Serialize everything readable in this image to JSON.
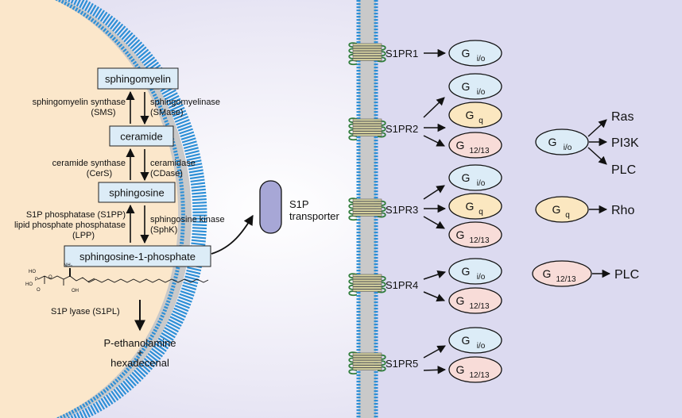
{
  "pathway": {
    "sphingomyelin": "sphingomyelin",
    "ceramide": "ceramide",
    "sphingosine": "sphingosine",
    "s1p": "sphingosine-1-phosphate",
    "sms_line1": "sphingomyelin synthase",
    "sms_line2": "(SMS)",
    "smase_line1": "sphingomyelinase",
    "smase_line2": "(SMase)",
    "cers_line1": "ceramide synthase",
    "cers_line2": "(CerS)",
    "cdase_line1": "ceramidase",
    "cdase_line2": "(CDase)",
    "s1pp_line1": "S1P phosphatase (S1PP)",
    "s1pp_line2": "lipid phosphate phosphatase",
    "s1pp_line3": "(LPP)",
    "sphk_line1": "sphingosine kinase",
    "sphk_line2": "(SphK)",
    "lyase": "S1P lyase (S1PL)",
    "product1": "P-ethanolamine",
    "product_plus": "+",
    "product2": "hexadecenal"
  },
  "chem": {
    "ho_top": "HO",
    "p": "P",
    "ho_left": "HO",
    "o_top": "O",
    "o_right": "O",
    "nh2": "NH₂",
    "oh": "OH"
  },
  "transporter": {
    "line1": "S1P",
    "line2": "transporter"
  },
  "receptors": [
    "S1PR1",
    "S1PR2",
    "S1PR3",
    "S1PR4",
    "S1PR5"
  ],
  "gproteins": {
    "gio": {
      "main": "G",
      "sub": "i/o"
    },
    "gq": {
      "main": "G",
      "sub": "q"
    },
    "g1213": {
      "main": "G",
      "sub": "12/13"
    }
  },
  "effectors": {
    "ras": "Ras",
    "pi3k": "PI3K",
    "plc": "PLC",
    "rho": "Rho"
  },
  "colors": {
    "cell_fill": "#fbe7cb",
    "membrane_head": "#2d8fd6",
    "membrane_tail": "#c9c9c9",
    "extracellular": "#dcdaf0",
    "box_fill": "#dcecf7",
    "gio_fill": "#dcecf7",
    "gq_fill": "#fbe7c0",
    "g1213_fill": "#f8dcd8",
    "receptor_body": "#d8d4a0",
    "receptor_loop": "#2f7d3a",
    "transporter_fill": "#a7a7d6"
  }
}
